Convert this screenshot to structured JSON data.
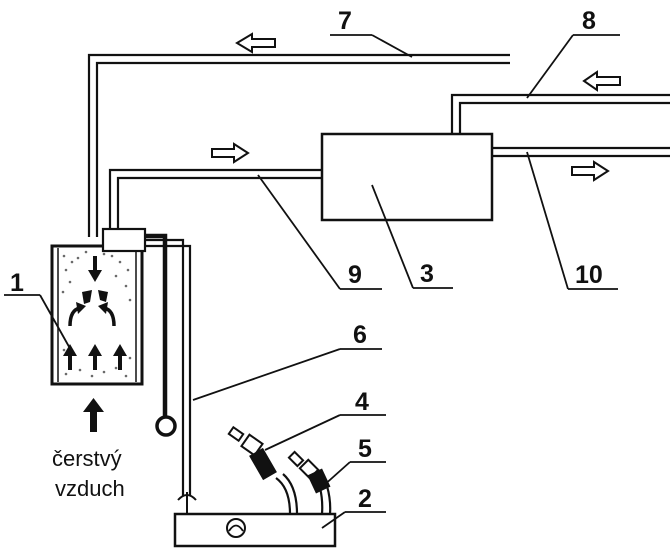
{
  "diagram": {
    "labels": {
      "n1": "1",
      "n2": "2",
      "n3": "3",
      "n4": "4",
      "n5": "5",
      "n6": "6",
      "n7": "7",
      "n8": "8",
      "n9": "9",
      "n10": "10"
    },
    "caption": {
      "line1": "čerstvý",
      "line2": "vzduch"
    },
    "colors": {
      "ink": "#111111",
      "paper": "#ffffff",
      "stipple": "#6a6a6a"
    }
  }
}
